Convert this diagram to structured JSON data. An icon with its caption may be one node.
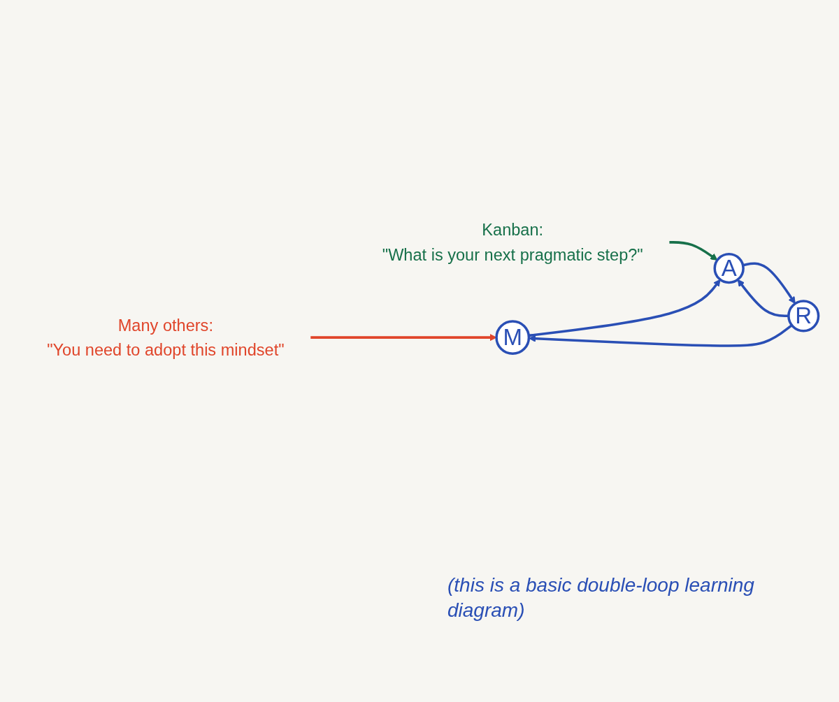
{
  "diagram": {
    "nodes": [
      {
        "text": [
          "Many others:",
          "\"You need to adopt this mindset\""
        ]
      },
      {
        "text": [
          "Kanban:",
          "\"What is your next pragmatic step?\""
        ]
      },
      {
        "text": [
          "M"
        ]
      },
      {
        "text": [
          "A"
        ]
      },
      {
        "text": [
          "R"
        ]
      }
    ],
    "edges": [
      {
        "from": 0,
        "to": 2,
        "arrow": "to",
        "color": "#e0452a"
      },
      {
        "from": 1,
        "to": 3,
        "arrow": "to",
        "color": "#17704a"
      },
      {
        "from": 2,
        "to": 3,
        "arrow": "to"
      },
      {
        "from": 3,
        "to": 4,
        "arrow": "to"
      },
      {
        "from": 4,
        "to": 3,
        "arrow": "to"
      },
      {
        "from": 4,
        "to": 2,
        "arrow": "to"
      }
    ],
    "labels": [
      "(this is a basic double-loop learning diagram)"
    ]
  }
}
